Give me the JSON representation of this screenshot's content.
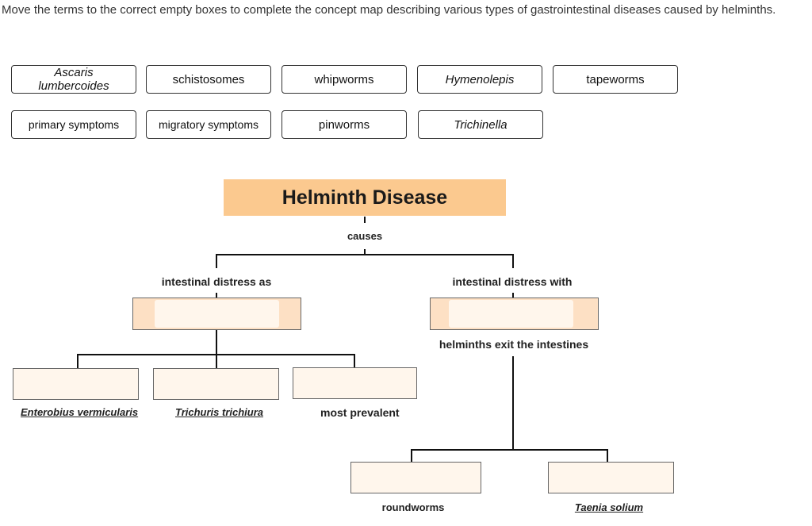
{
  "instructions": "Move the terms to the correct empty boxes to complete the concept map describing various types of gastrointestinal diseases caused by helminths.",
  "terms": [
    {
      "label": "Ascaris lumbercoides"
    },
    {
      "label": "schistosomes"
    },
    {
      "label": "whipworms"
    },
    {
      "label": "Hymenolepis"
    },
    {
      "label": "tapeworms"
    },
    {
      "label": "primary symptoms"
    },
    {
      "label": "migratory symptoms"
    },
    {
      "label": "pinworms"
    },
    {
      "label": "Trichinella"
    }
  ],
  "map": {
    "title": "Helminth Disease",
    "causes": "causes",
    "left_link": "intestinal distress as",
    "right_link": "intestinal distress with",
    "right_sub": "helminths exit the intestines",
    "leaf_labels": {
      "enterobius": "Enterobius vermicularis",
      "trichuris": "Trichuris trichiura",
      "most_prevalent": "most prevalent",
      "roundworms": "roundworms",
      "taenia": "Taenia solium"
    }
  },
  "colors": {
    "title_fill": "#fbc98f",
    "drop_fill": "#fff6ec",
    "drop_outer_fill": "#fde0c4"
  }
}
